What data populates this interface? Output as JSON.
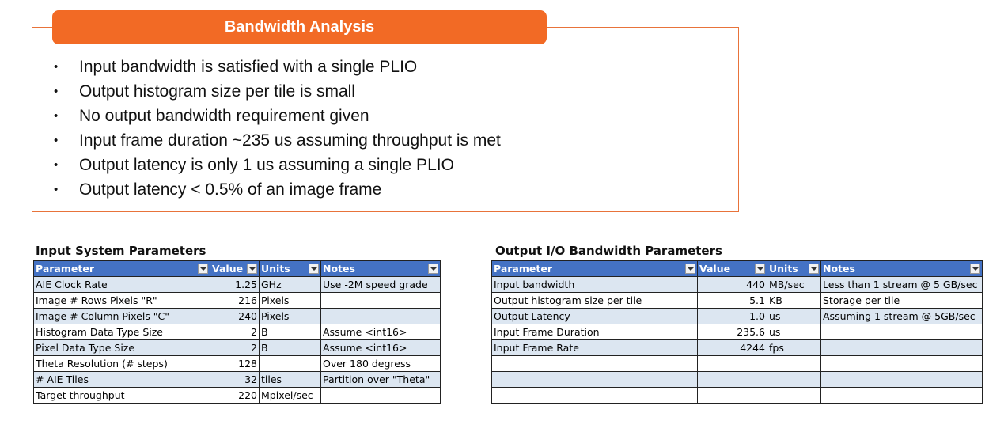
{
  "banner": {
    "title": "Bandwidth Analysis"
  },
  "bullets": [
    "Input bandwidth is satisfied with a single PLIO",
    "Output histogram size per tile is small",
    "No output bandwidth requirement given",
    "Input frame duration ~235 us assuming throughput is met",
    "Output latency is only 1 us assuming a single PLIO",
    "Output latency < 0.5% of an image frame"
  ],
  "input_table": {
    "title": "Input System Parameters",
    "headers": [
      "Parameter",
      "Value",
      "Units",
      "Notes"
    ],
    "rows": [
      [
        "AIE Clock Rate",
        "1.25",
        "GHz",
        "Use -2M speed grade"
      ],
      [
        "Image # Rows Pixels \"R\"",
        "216",
        "Pixels",
        ""
      ],
      [
        "Image # Column Pixels \"C\"",
        "240",
        "Pixels",
        ""
      ],
      [
        "Histogram Data Type Size",
        "2",
        "B",
        "Assume <int16>"
      ],
      [
        "Pixel Data Type Size",
        "2",
        "B",
        "Assume <int16>"
      ],
      [
        "Theta Resolution (# steps)",
        "128",
        "",
        "Over 180 degress"
      ],
      [
        "# AIE Tiles",
        "32",
        "tiles",
        "Partition over \"Theta\""
      ],
      [
        "Target throughput",
        "220",
        "Mpixel/sec",
        ""
      ]
    ]
  },
  "output_table": {
    "title": "Output I/O Bandwidth Parameters",
    "headers": [
      "Parameter",
      "Value",
      "Units",
      "Notes"
    ],
    "rows": [
      [
        "Input bandwidth",
        "440",
        "MB/sec",
        "Less than 1 stream @ 5 GB/sec"
      ],
      [
        "Output histogram size per tile",
        "5.1",
        "KB",
        "Storage per tile"
      ],
      [
        "Output Latency",
        "1.0",
        "us",
        "Assuming 1 stream @ 5GB/sec"
      ],
      [
        "Input Frame Duration",
        "235.6",
        "us",
        ""
      ],
      [
        "Input Frame Rate",
        "4244",
        "fps",
        ""
      ],
      [
        "",
        "",
        "",
        ""
      ],
      [
        "",
        "",
        "",
        ""
      ],
      [
        "",
        "",
        "",
        ""
      ]
    ]
  }
}
